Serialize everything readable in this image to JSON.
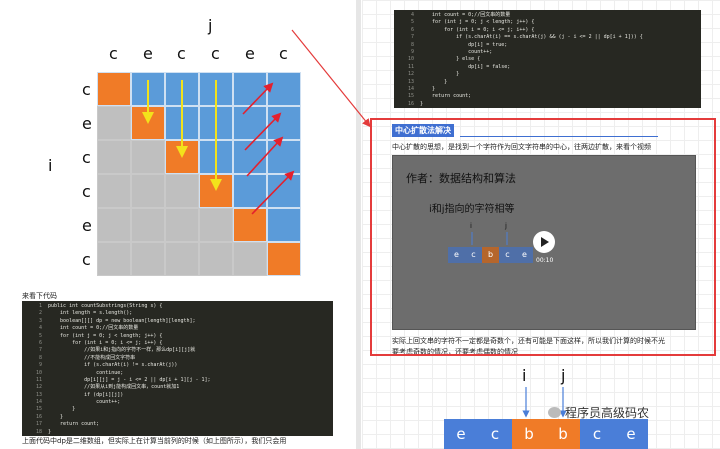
{
  "matrix": {
    "j_label": "j",
    "i_label": "i",
    "col_labels": [
      "c",
      "e",
      "c",
      "c",
      "e",
      "c"
    ],
    "row_labels": [
      "c",
      "e",
      "c",
      "c",
      "e",
      "c"
    ],
    "colors": {
      "orange": "#f07b27",
      "blue": "#5b9bd9",
      "gray": "#bfbfbf",
      "yellow_arrow": "#f3e21b",
      "red_arrow": "#e4202d"
    }
  },
  "left_section": {
    "caption": "来看下代码",
    "code_lines": [
      {
        "n": "1",
        "t": "public int countSubstrings(String s) {"
      },
      {
        "n": "2",
        "t": "    int length = s.length();"
      },
      {
        "n": "3",
        "t": "    boolean[][] dp = new boolean[length][length];"
      },
      {
        "n": "4",
        "t": "    int count = 0;//回文串的数量"
      },
      {
        "n": "5",
        "t": "    for (int j = 0; j < length; j++) {"
      },
      {
        "n": "6",
        "t": "        for (int i = 0; i <= j; i++) {"
      },
      {
        "n": "7",
        "t": "            //如果i和j指向的字符不一样，那么dp[i][j]就"
      },
      {
        "n": "8",
        "t": "            //不能构成回文字符串"
      },
      {
        "n": "9",
        "t": "            if (s.charAt(i) != s.charAt(j))"
      },
      {
        "n": "10",
        "t": "                continue;"
      },
      {
        "n": "11",
        "t": "            dp[i][j] = j - i <= 2 || dp[i + 1][j - 1];"
      },
      {
        "n": "12",
        "t": "            //如果从i到j能构成回文串，count就加1"
      },
      {
        "n": "13",
        "t": "            if (dp[i][j])"
      },
      {
        "n": "14",
        "t": "                count++;"
      },
      {
        "n": "15",
        "t": "        }"
      },
      {
        "n": "16",
        "t": "    }"
      },
      {
        "n": "17",
        "t": "    return count;"
      },
      {
        "n": "18",
        "t": "}"
      }
    ],
    "bottom_text": "上面代码中dp是二维数组，但实际上在计算当前列的时候（如上图所示），我们只会用"
  },
  "right_section": {
    "code_lines": [
      {
        "n": "4",
        "t": "    int count = 0;//回文串的数量"
      },
      {
        "n": "5",
        "t": "    for (int j = 0; j < length; j++) {"
      },
      {
        "n": "6",
        "t": "        for (int i = 0; i <= j; i++) {"
      },
      {
        "n": "7",
        "t": "            if (s.charAt(i) == s.charAt(j) && (j - i <= 2 || dp[i + 1])) {"
      },
      {
        "n": "8",
        "t": "                dp[i] = true;"
      },
      {
        "n": "9",
        "t": "                count++;"
      },
      {
        "n": "10",
        "t": "            } else {"
      },
      {
        "n": "11",
        "t": "                dp[i] = false;"
      },
      {
        "n": "12",
        "t": "            }"
      },
      {
        "n": "13",
        "t": "        }"
      },
      {
        "n": "14",
        "t": "    }"
      },
      {
        "n": "15",
        "t": "    return count;"
      },
      {
        "n": "16",
        "t": "}"
      }
    ],
    "heading": "中心扩散法解决",
    "intro": "中心扩散的思想，是找到一个字符作为回文字符串的中心，往两边扩散，来看个视频",
    "video": {
      "author": "作者：数据结构和算法",
      "subtitle": "i和j指向的字符相等",
      "i_label": "i",
      "j_label": "j",
      "cells": [
        "e",
        "c",
        "b",
        "c",
        "e"
      ],
      "time": "00:10"
    },
    "para": "实际上回文串的字符不一定都是奇数个，还有可能是下面这样，所以我们计算的时候不光",
    "para2": "要考虑奇数的情况，还要考虑偶数的情况",
    "bottom": {
      "i_label": "i",
      "j_label": "j",
      "cells": [
        "e",
        "c",
        "b",
        "b",
        "c",
        "e"
      ],
      "watermark": "程序员高级码农"
    }
  }
}
